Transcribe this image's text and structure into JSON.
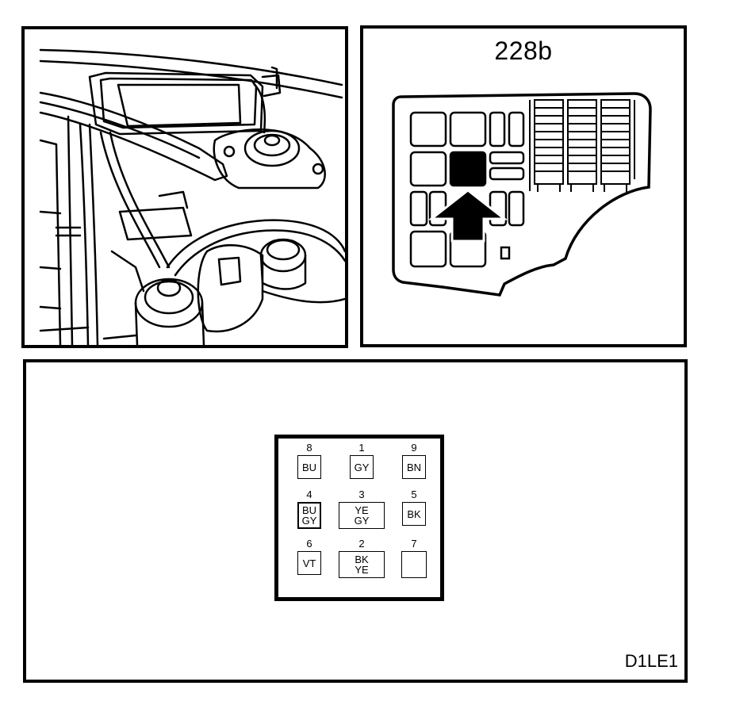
{
  "fusebox": {
    "code": "228b"
  },
  "diagram": {
    "code": "D1LE1"
  },
  "connector": {
    "pins": [
      {
        "number": "8",
        "colors": [
          "BU"
        ]
      },
      {
        "number": "1",
        "colors": [
          "GY"
        ]
      },
      {
        "number": "9",
        "colors": [
          "BN"
        ]
      },
      {
        "number": "4",
        "colors": [
          "BU",
          "GY"
        ]
      },
      {
        "number": "3",
        "colors": [
          "YE",
          "GY"
        ]
      },
      {
        "number": "5",
        "colors": [
          "BK"
        ]
      },
      {
        "number": "6",
        "colors": [
          "VT"
        ]
      },
      {
        "number": "2",
        "colors": [
          "BK",
          "YE"
        ]
      },
      {
        "number": "7",
        "colors": []
      }
    ]
  }
}
